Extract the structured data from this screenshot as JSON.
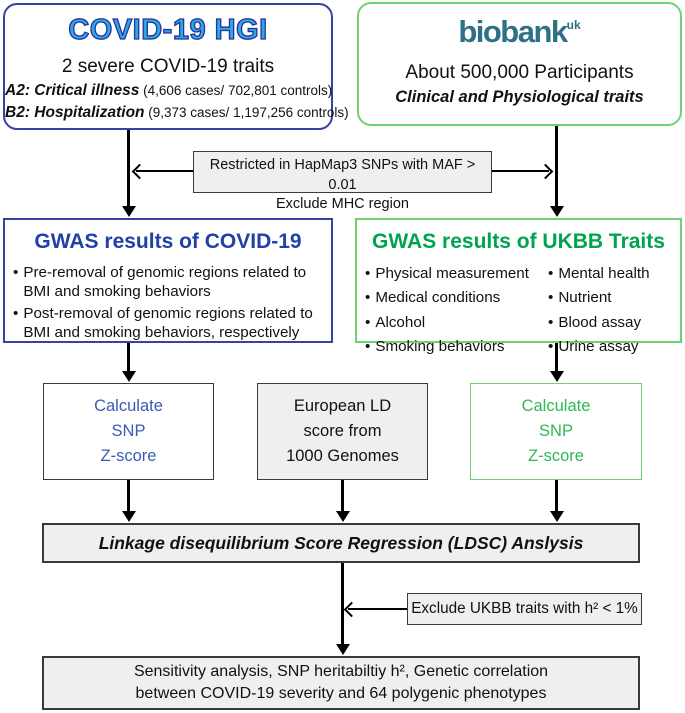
{
  "hgi_box": {
    "title": "COVID-19 HGI",
    "subtitle": "2 severe COVID-19 traits",
    "traits": [
      {
        "label": "A2: Critical illness",
        "detail": " (4,606 cases/ 702,801 controls)"
      },
      {
        "label": "B2: Hospitalization",
        "detail": " (9,373 cases/ 1,197,256 controls)"
      }
    ]
  },
  "biobank_box": {
    "logo_text": "biobank",
    "logo_sup": "uk",
    "line1": "About 500,000 Participants",
    "line2": "Clinical and Physiological traits"
  },
  "filter_box": {
    "line1": "Restricted in HapMap3 SNPs with MAF > 0.01",
    "line2": "Exclude MHC region"
  },
  "gwas_covid_box": {
    "title": "GWAS results of COVID-19",
    "bullets": [
      "Pre-removal of genomic regions related to BMI and smoking behaviors",
      "Post-removal of genomic regions related to BMI and smoking behaviors, respectively"
    ]
  },
  "gwas_ukbb_box": {
    "title": "GWAS results of UKBB Traits",
    "col1": [
      "Physical measurement",
      "Medical conditions",
      "Alcohol",
      "Smoking behaviors"
    ],
    "col2": [
      "Mental health",
      "Nutrient",
      "Blood assay",
      "Urine assay"
    ]
  },
  "zscore_covid_box": {
    "lines": [
      "Calculate",
      "SNP",
      "Z-score"
    ]
  },
  "ld_box": {
    "lines": [
      "European LD",
      "score from",
      "1000 Genomes"
    ]
  },
  "zscore_ukbb_box": {
    "lines": [
      "Calculate",
      "SNP",
      "Z-score"
    ]
  },
  "ldsc_box": {
    "label": "Linkage disequilibrium Score Regression (LDSC) Anslysis"
  },
  "exclude_box": {
    "label": "Exclude UKBB traits with h² < 1%"
  },
  "result_box": {
    "line1": "Sensitivity analysis, SNP heritabiltiy h², Genetic correlation",
    "line2": "between COVID-19 severity and 64 polygenic phenotypes"
  },
  "colors": {
    "hgi_fill": "#29abe2",
    "hgi_stroke": "#2c2f9e",
    "blue_border": "#3a41a5",
    "blue_title": "#2141a6",
    "blue_text": "#3b5ab4",
    "green_border": "#70d170",
    "green_title": "#00a44f",
    "green_text": "#2eb854",
    "biobank_teal": "#2e7086",
    "gray_fill": "#efefef",
    "dark_border": "#3a3a3a"
  }
}
